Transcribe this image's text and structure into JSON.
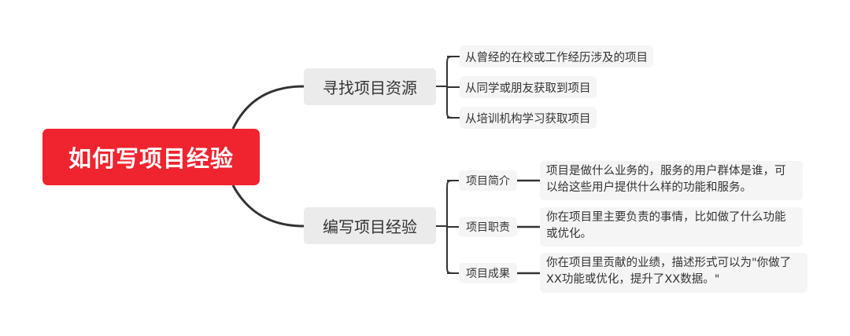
{
  "root": {
    "label": "如何写项目经验"
  },
  "branches": [
    {
      "label": "寻找项目资源",
      "children": [
        {
          "label": "从曾经的在校或工作经历涉及的项目"
        },
        {
          "label": "从同学或朋友获取到项目"
        },
        {
          "label": "从培训机构学习获取项目"
        }
      ]
    },
    {
      "label": "编写项目经验",
      "children": [
        {
          "label": "项目简介",
          "detail_lines": [
            "项目是做什么业务的，服务的用户群体是谁，可",
            "以给这些用户提供什么样的功能和服务。"
          ]
        },
        {
          "label": "项目职责",
          "detail_lines": [
            "你在项目里主要负责的事情，比如做了什么功能",
            "或优化。"
          ]
        },
        {
          "label": "项目成果",
          "detail_lines": [
            "你在项目里贡献的业绩，描述形式可以为\"你做了",
            "XX功能或优化，提升了XX数据。\""
          ]
        }
      ]
    }
  ],
  "colors": {
    "root_bg": "#f0242f",
    "root_text": "#ffffff",
    "branch_bg": "#ebebeb",
    "leaf_bg": "#f5f5f5",
    "connector": "#333333",
    "text": "#333333"
  }
}
